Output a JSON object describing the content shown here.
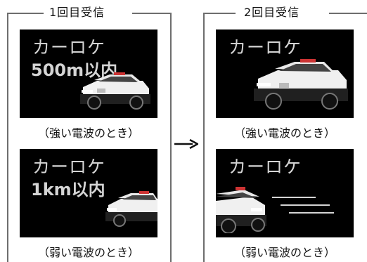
{
  "panels": {
    "left": {
      "label": "1回目受信",
      "strong": {
        "title": "カーロケ",
        "range": "500m以内",
        "caption": "（強い電波のとき）"
      },
      "weak": {
        "title": "カーロケ",
        "range": "1km以内",
        "caption": "（弱い電波のとき）"
      }
    },
    "right": {
      "label": "2回目受信",
      "strong": {
        "title": "カーロケ",
        "caption": "（強い電波のとき）"
      },
      "weak": {
        "title": "カーロケ",
        "caption": "（弱い電波のとき）"
      }
    }
  },
  "icons": {
    "arrow": "right-arrow-icon",
    "vehicle": "police-car-icon"
  },
  "colors": {
    "frame": "#6e6e6e",
    "screen": "#000000",
    "screen_text": "#d4d4d4"
  }
}
